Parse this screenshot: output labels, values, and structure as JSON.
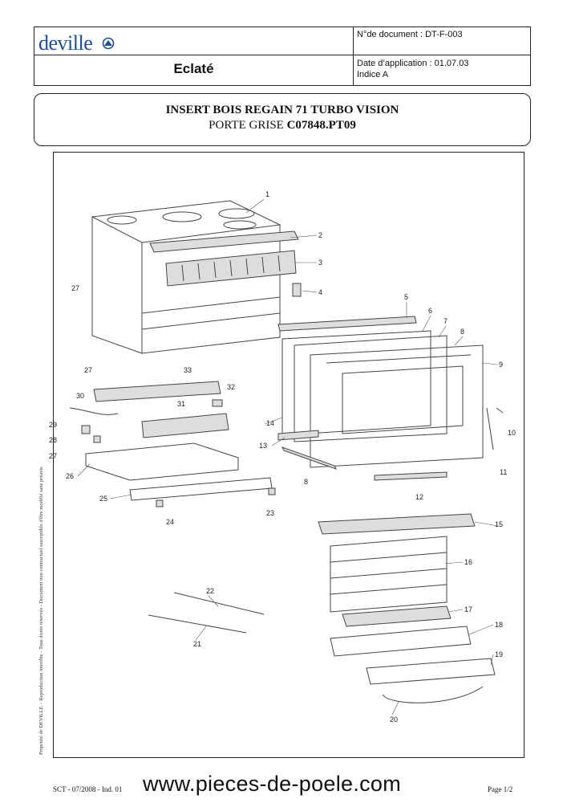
{
  "header": {
    "brand": "deville",
    "doc_title": "Eclaté",
    "doc_number": "N°de document : DT-F-003",
    "date_application": "Date d’application : 01.07.03",
    "index": "Indice A"
  },
  "title": {
    "line1": "INSERT BOIS REGAIN 71 TURBO VISION",
    "line2_prefix": "PORTE GRISE",
    "line2_ref": "C07848.PT09"
  },
  "side_note": "Propriété de DEVILLE – Reproduction interdite - Tous droits réservés - Document non contractuel susceptible d'être modifié sans préavis",
  "diagram": {
    "labels": [
      {
        "id": "l1",
        "text": "1"
      },
      {
        "id": "l2",
        "text": "2"
      },
      {
        "id": "l3",
        "text": "3"
      },
      {
        "id": "l4",
        "text": "4"
      },
      {
        "id": "l5",
        "text": "5"
      },
      {
        "id": "l6",
        "text": "6"
      },
      {
        "id": "l7",
        "text": "7"
      },
      {
        "id": "l8a",
        "text": "8"
      },
      {
        "id": "l8b",
        "text": "8"
      },
      {
        "id": "l9",
        "text": "9"
      },
      {
        "id": "l10",
        "text": "10"
      },
      {
        "id": "l11",
        "text": "11"
      },
      {
        "id": "l12",
        "text": "12"
      },
      {
        "id": "l13",
        "text": "13"
      },
      {
        "id": "l14",
        "text": "14"
      },
      {
        "id": "l15",
        "text": "15"
      },
      {
        "id": "l16",
        "text": "16"
      },
      {
        "id": "l17",
        "text": "17"
      },
      {
        "id": "l18",
        "text": "18"
      },
      {
        "id": "l19",
        "text": "19"
      },
      {
        "id": "l20",
        "text": "20"
      },
      {
        "id": "l21",
        "text": "21"
      },
      {
        "id": "l22",
        "text": "22"
      },
      {
        "id": "l23",
        "text": "23"
      },
      {
        "id": "l24",
        "text": "24"
      },
      {
        "id": "l25",
        "text": "25"
      },
      {
        "id": "l26",
        "text": "26"
      },
      {
        "id": "l27a",
        "text": "27"
      },
      {
        "id": "l27b",
        "text": "27"
      },
      {
        "id": "l27c",
        "text": "27"
      },
      {
        "id": "l28",
        "text": "28"
      },
      {
        "id": "l29",
        "text": "29"
      },
      {
        "id": "l30",
        "text": "30"
      },
      {
        "id": "l31",
        "text": "31"
      },
      {
        "id": "l32",
        "text": "32"
      },
      {
        "id": "l33",
        "text": "33"
      }
    ]
  },
  "footer": {
    "left": "SCT - 07/2008 - Ind. 01",
    "url": "www.pieces-de-poele.com",
    "page": "Page 1/2"
  },
  "colors": {
    "brand": "#1b4fa0"
  }
}
